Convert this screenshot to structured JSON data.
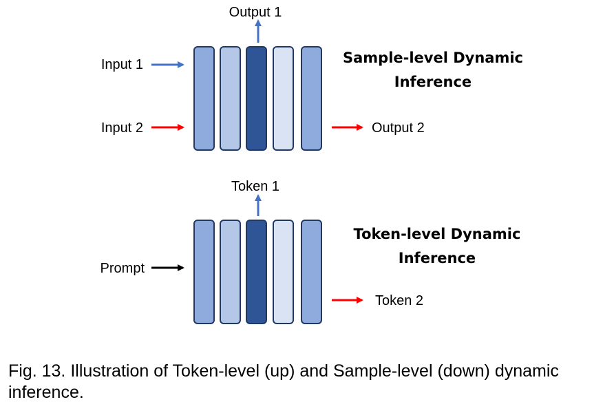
{
  "colors": {
    "layer_shades": [
      "#8FAADC",
      "#B4C7E7",
      "#2F5597",
      "#DAE3F3",
      "#8FAADC"
    ],
    "layer_stroke": "#1F3864",
    "blue_arrow": "#4472C4",
    "red_arrow": "#FF0000",
    "black_arrow": "#000000"
  },
  "top_diagram": {
    "title_line1": "Sample-level Dynamic",
    "title_line2": "Inference",
    "output1": "Output 1",
    "input1": "Input 1",
    "input2": "Input 2",
    "output2": "Output 2"
  },
  "bottom_diagram": {
    "title_line1": "Token-level Dynamic",
    "title_line2": "Inference",
    "token1": "Token 1",
    "prompt": "Prompt",
    "token2": "Token 2"
  },
  "caption": "Fig. 13. Illustration of Token-level (up) and Sample-level (down) dynamic inference."
}
